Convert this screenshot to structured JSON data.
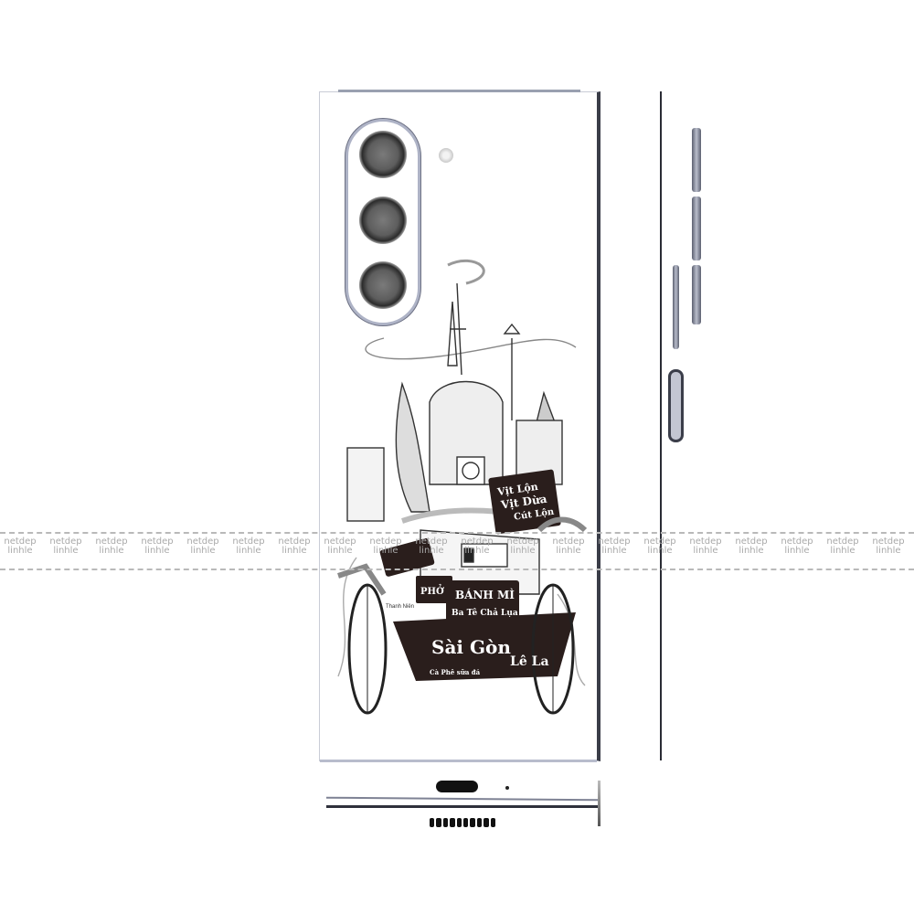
{
  "artwork": {
    "labels": {
      "vit_lon": "Vịt Lộn",
      "vit_dua": "Vịt Dừa",
      "cut_lon": "Cút Lộn",
      "pho": "PHỞ",
      "banh_mi": "BÁNH MÌ",
      "ba_te": "Ba Tê Chả Lụa",
      "thanh_nien": "Thanh Niên",
      "saigon": "Sài Gòn",
      "le_la": "Lê La",
      "ca_phe": "Cà Phê sữa đá"
    },
    "ink_color": "#2a1e1c"
  },
  "watermark": {
    "line1": "netdep",
    "line2": "linhle",
    "count": 20
  }
}
